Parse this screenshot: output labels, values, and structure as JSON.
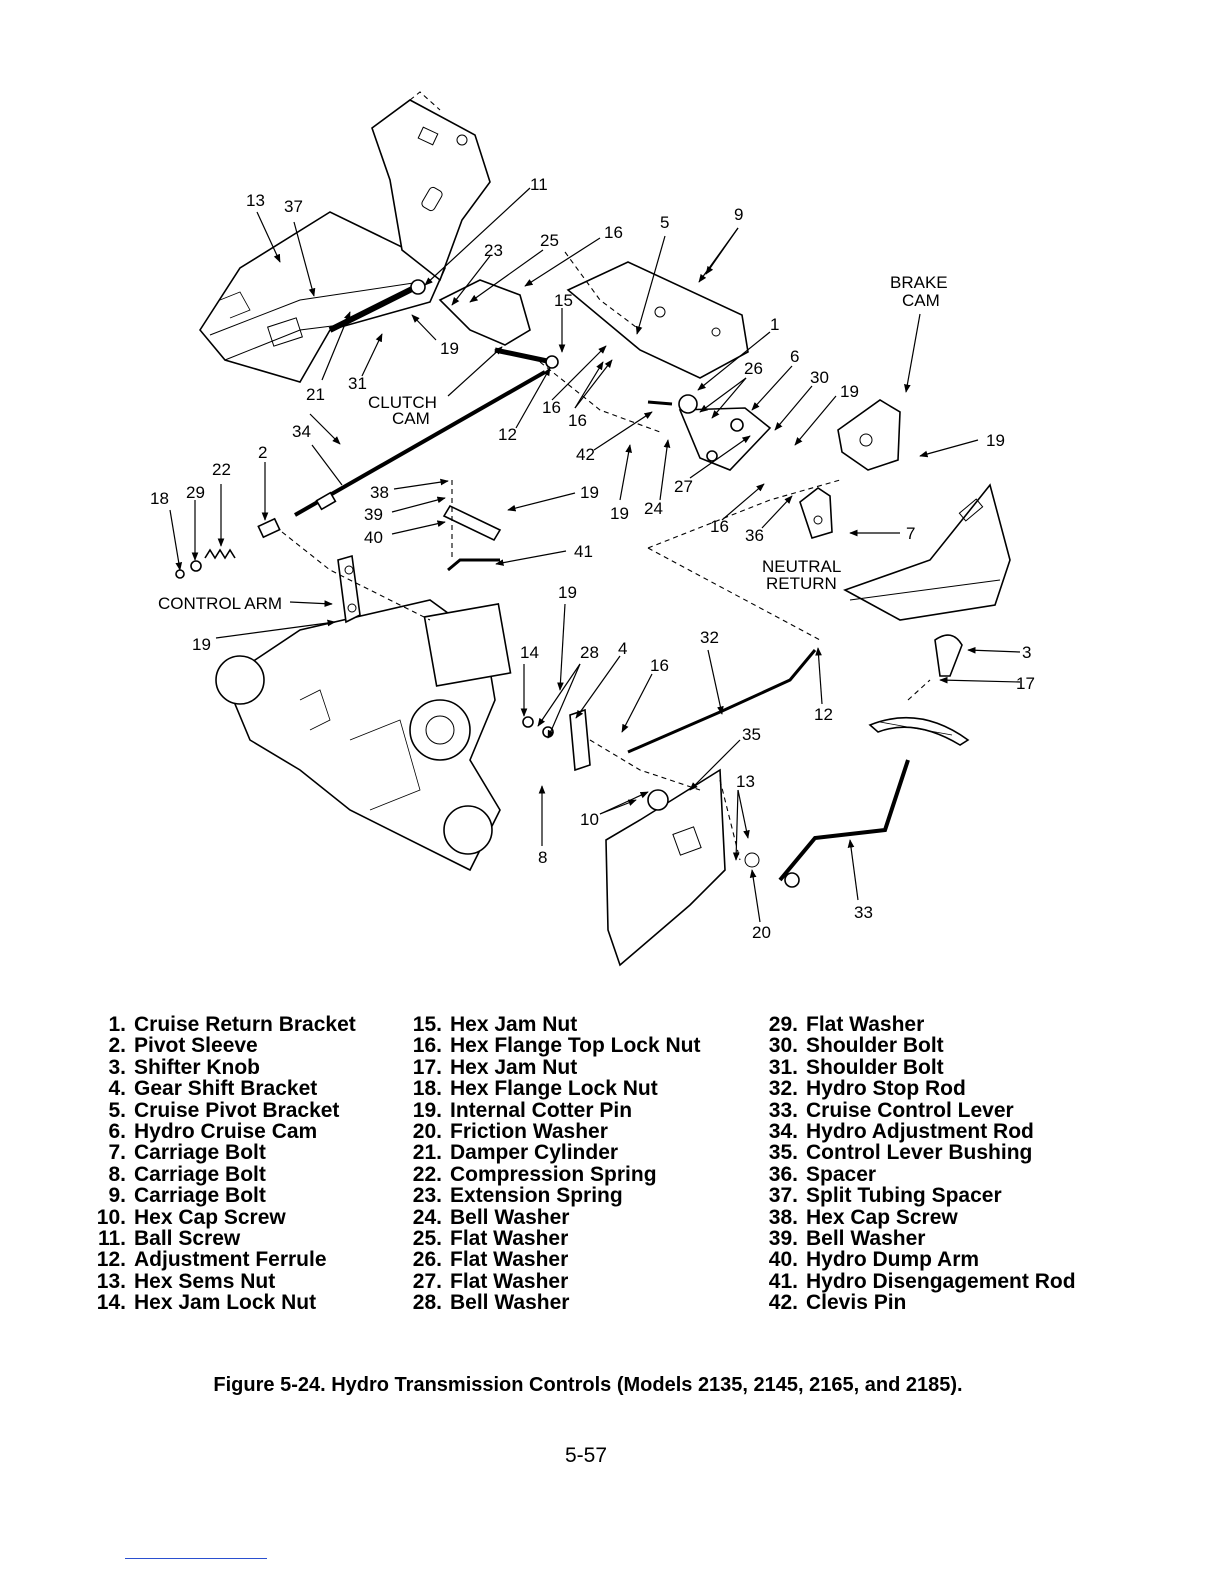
{
  "diagram": {
    "callouts": [
      {
        "id": "13a",
        "text": "13"
      },
      {
        "id": "37",
        "text": "37"
      },
      {
        "id": "11",
        "text": "11"
      },
      {
        "id": "23",
        "text": "23"
      },
      {
        "id": "25",
        "text": "25"
      },
      {
        "id": "16a",
        "text": "16"
      },
      {
        "id": "5",
        "text": "5"
      },
      {
        "id": "9",
        "text": "9"
      },
      {
        "id": "15",
        "text": "15"
      },
      {
        "id": "19a",
        "text": "19"
      },
      {
        "id": "1",
        "text": "1"
      },
      {
        "id": "6",
        "text": "6"
      },
      {
        "id": "26",
        "text": "26"
      },
      {
        "id": "30",
        "text": "30"
      },
      {
        "id": "19b",
        "text": "19"
      },
      {
        "id": "19c",
        "text": "19"
      },
      {
        "id": "21",
        "text": "21"
      },
      {
        "id": "31",
        "text": "31"
      },
      {
        "id": "16b",
        "text": "16"
      },
      {
        "id": "16c",
        "text": "16"
      },
      {
        "id": "12a",
        "text": "12"
      },
      {
        "id": "42",
        "text": "42"
      },
      {
        "id": "34",
        "text": "34"
      },
      {
        "id": "2",
        "text": "2"
      },
      {
        "id": "22",
        "text": "22"
      },
      {
        "id": "18",
        "text": "18"
      },
      {
        "id": "29",
        "text": "29"
      },
      {
        "id": "38",
        "text": "38"
      },
      {
        "id": "39",
        "text": "39"
      },
      {
        "id": "40",
        "text": "40"
      },
      {
        "id": "19d",
        "text": "19"
      },
      {
        "id": "19e",
        "text": "19"
      },
      {
        "id": "24",
        "text": "24"
      },
      {
        "id": "27",
        "text": "27"
      },
      {
        "id": "16d",
        "text": "16"
      },
      {
        "id": "36",
        "text": "36"
      },
      {
        "id": "7",
        "text": "7"
      },
      {
        "id": "41",
        "text": "41"
      },
      {
        "id": "19f",
        "text": "19"
      },
      {
        "id": "19g",
        "text": "19"
      },
      {
        "id": "14",
        "text": "14"
      },
      {
        "id": "28",
        "text": "28"
      },
      {
        "id": "4",
        "text": "4"
      },
      {
        "id": "16e",
        "text": "16"
      },
      {
        "id": "32",
        "text": "32"
      },
      {
        "id": "3",
        "text": "3"
      },
      {
        "id": "17",
        "text": "17"
      },
      {
        "id": "12b",
        "text": "12"
      },
      {
        "id": "35",
        "text": "35"
      },
      {
        "id": "13b",
        "text": "13"
      },
      {
        "id": "10",
        "text": "10"
      },
      {
        "id": "8",
        "text": "8"
      },
      {
        "id": "20",
        "text": "20"
      },
      {
        "id": "33",
        "text": "33"
      }
    ],
    "labels": {
      "brake_cam": [
        "BRAKE",
        "CAM"
      ],
      "clutch_cam": [
        "CLUTCH",
        "CAM"
      ],
      "neutral_return": [
        "NEUTRAL",
        "RETURN"
      ],
      "control_arm": "CONTROL ARM"
    }
  },
  "legend": {
    "col1": [
      {
        "num": "1.",
        "name": "Cruise Return Bracket"
      },
      {
        "num": "2.",
        "name": "Pivot Sleeve"
      },
      {
        "num": "3.",
        "name": "Shifter Knob"
      },
      {
        "num": "4.",
        "name": "Gear Shift Bracket"
      },
      {
        "num": "5.",
        "name": "Cruise Pivot Bracket"
      },
      {
        "num": "6.",
        "name": "Hydro Cruise Cam"
      },
      {
        "num": "7.",
        "name": "Carriage Bolt"
      },
      {
        "num": "8.",
        "name": "Carriage Bolt"
      },
      {
        "num": "9.",
        "name": "Carriage Bolt"
      },
      {
        "num": "10.",
        "name": "Hex Cap Screw"
      },
      {
        "num": "11.",
        "name": "Ball Screw"
      },
      {
        "num": "12.",
        "name": "Adjustment Ferrule"
      },
      {
        "num": "13.",
        "name": "Hex Sems Nut"
      },
      {
        "num": "14.",
        "name": "Hex Jam Lock Nut"
      }
    ],
    "col2": [
      {
        "num": "15.",
        "name": "Hex Jam Nut"
      },
      {
        "num": "16.",
        "name": "Hex Flange Top Lock Nut"
      },
      {
        "num": "17.",
        "name": "Hex Jam Nut"
      },
      {
        "num": "18.",
        "name": "Hex Flange Lock Nut"
      },
      {
        "num": "19.",
        "name": "Internal Cotter Pin"
      },
      {
        "num": "20.",
        "name": "Friction Washer"
      },
      {
        "num": "21.",
        "name": "Damper Cylinder"
      },
      {
        "num": "22.",
        "name": "Compression Spring"
      },
      {
        "num": "23.",
        "name": "Extension Spring"
      },
      {
        "num": "24.",
        "name": "Bell Washer"
      },
      {
        "num": "25.",
        "name": "Flat Washer"
      },
      {
        "num": "26.",
        "name": "Flat Washer"
      },
      {
        "num": "27.",
        "name": "Flat Washer"
      },
      {
        "num": "28.",
        "name": "Bell Washer"
      }
    ],
    "col3": [
      {
        "num": "29.",
        "name": "Flat Washer"
      },
      {
        "num": "30.",
        "name": "Shoulder Bolt"
      },
      {
        "num": "31.",
        "name": "Shoulder Bolt"
      },
      {
        "num": "32.",
        "name": "Hydro Stop Rod"
      },
      {
        "num": "33.",
        "name": "Cruise Control Lever"
      },
      {
        "num": "34.",
        "name": "Hydro Adjustment Rod"
      },
      {
        "num": "35.",
        "name": "Control Lever Bushing"
      },
      {
        "num": "36.",
        "name": "Spacer"
      },
      {
        "num": "37.",
        "name": "Split Tubing Spacer"
      },
      {
        "num": "38.",
        "name": "Hex Cap Screw"
      },
      {
        "num": "39.",
        "name": "Bell Washer"
      },
      {
        "num": "40.",
        "name": "Hydro Dump Arm"
      },
      {
        "num": "41.",
        "name": "Hydro Disengagement Rod"
      },
      {
        "num": "42.",
        "name": "Clevis Pin"
      }
    ]
  },
  "caption": "Figure 5-24. Hydro Transmission Controls (Models 2135, 2145, 2165, and 2185).",
  "page_number": "5-57"
}
